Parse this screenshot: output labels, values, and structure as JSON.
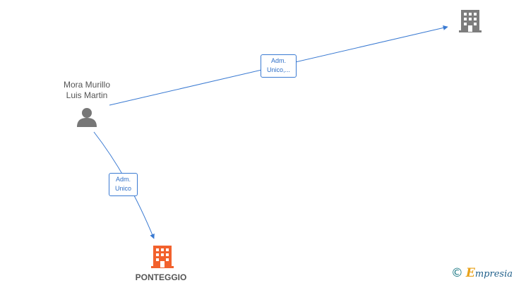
{
  "nodes": {
    "person": {
      "line1": "Mora Murillo",
      "line2": "Luis Martin"
    },
    "company_bottom": {
      "name": "PONTEGGIO"
    },
    "company_top": {
      "name": ""
    }
  },
  "edges": [
    {
      "label_line1": "Adm.",
      "label_line2": "Unico,..."
    },
    {
      "label_line1": "Adm.",
      "label_line2": "Unico"
    }
  ],
  "colors": {
    "edge": "#3a7ad2",
    "person_icon": "#777777",
    "company_main": "#f2612d",
    "company_other": "#7d7d7d"
  },
  "watermark": {
    "symbol": "©",
    "brand_first": "E",
    "brand_rest": "mpresia"
  }
}
